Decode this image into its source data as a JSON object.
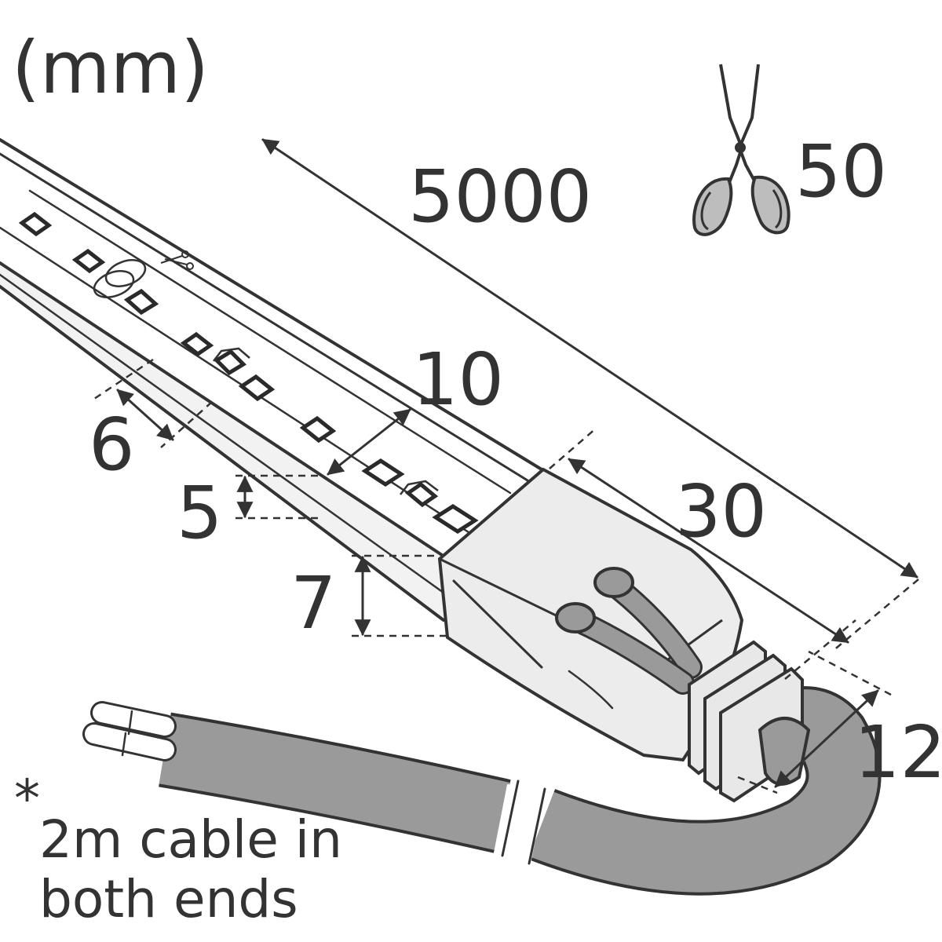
{
  "unit": "(mm)",
  "dimensions": {
    "length": "5000",
    "cut_unit": "50",
    "led_pitch": "10",
    "strip_width": "6",
    "profile_height_a": "5",
    "profile_height_b": "7",
    "end_cap_length": "30",
    "cable_width": "12"
  },
  "note": {
    "asterisk": "*",
    "line1": "2m cable in",
    "line2": "both ends"
  },
  "colors": {
    "line": "#333333",
    "cable": "#9a9a9a",
    "cap": "#ececec"
  }
}
